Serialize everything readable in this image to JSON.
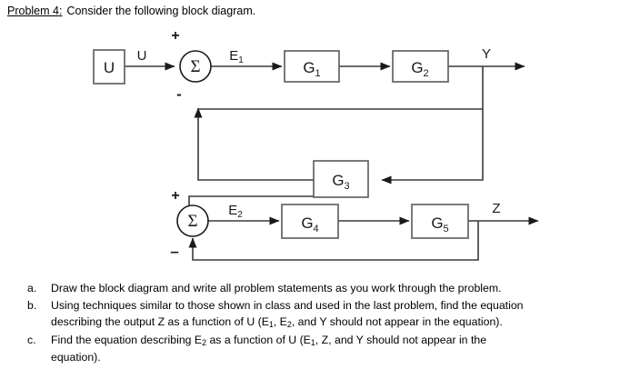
{
  "heading": {
    "label": "Problem 4:",
    "text": "Consider the following block diagram."
  },
  "diagram": {
    "blocks": [
      {
        "id": "U",
        "label": "U"
      },
      {
        "id": "G1",
        "label": "G",
        "sub": "1"
      },
      {
        "id": "G2",
        "label": "G",
        "sub": "2"
      },
      {
        "id": "G3",
        "label": "G",
        "sub": "3"
      },
      {
        "id": "G4",
        "label": "G",
        "sub": "4"
      },
      {
        "id": "G5",
        "label": "G",
        "sub": "5"
      }
    ],
    "summers": [
      {
        "id": "sum1",
        "glyph": "Σ",
        "plus": "+",
        "minus": "-"
      },
      {
        "id": "sum2",
        "glyph": "Σ",
        "plus": "+",
        "minus": "–"
      }
    ],
    "signals": [
      {
        "id": "u-signal",
        "label": "U"
      },
      {
        "id": "e1-signal",
        "label": "E",
        "sub": "1"
      },
      {
        "id": "y-signal",
        "label": "Y"
      },
      {
        "id": "e2-signal",
        "label": "E",
        "sub": "2"
      },
      {
        "id": "z-signal",
        "label": "Z"
      }
    ],
    "colors": {
      "line": "#3a3a3a",
      "box_stroke": "#595959",
      "text": "#1a1a1a",
      "background": "#ffffff"
    }
  },
  "questions": [
    {
      "marker": "a.",
      "lines": [
        {
          "segments": [
            {
              "t": "Draw the block diagram and write all problem statements as you work through the problem."
            }
          ]
        }
      ]
    },
    {
      "marker": "b.",
      "lines": [
        {
          "segments": [
            {
              "t": "Using techniques similar to those shown in class and used in the last problem, find the equation"
            }
          ]
        },
        {
          "segments": [
            {
              "t": "describing the output Z as a function of U (E"
            },
            {
              "t": "1",
              "sub": true
            },
            {
              "t": ", E"
            },
            {
              "t": "2",
              "sub": true
            },
            {
              "t": ", and Y should not appear in the equation)."
            }
          ]
        }
      ]
    },
    {
      "marker": "c.",
      "lines": [
        {
          "segments": [
            {
              "t": "Find the equation describing E"
            },
            {
              "t": "2",
              "sub": true
            },
            {
              "t": " as a function of U (E"
            },
            {
              "t": "1",
              "sub": true
            },
            {
              "t": ", Z, and Y should not appear in the"
            }
          ]
        },
        {
          "segments": [
            {
              "t": "equation)."
            }
          ]
        }
      ]
    }
  ]
}
